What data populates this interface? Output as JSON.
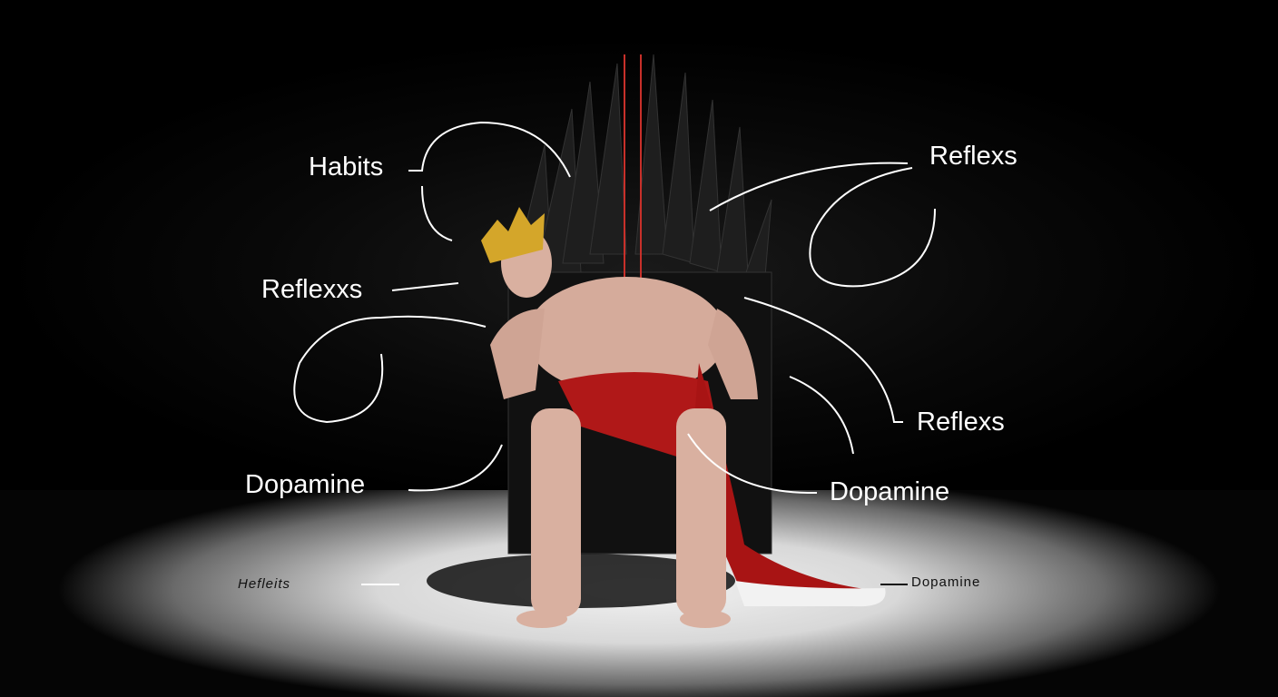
{
  "labels": {
    "habits": "Habits",
    "reflexxs": "Reflexxs",
    "dopamine_left": "Dopamine",
    "reflexs_top_right": "Reflexs",
    "reflexs_mid_right": "Reflexs",
    "dopamine_right": "Dopamine"
  },
  "floor_labels": {
    "left": "Hefleits",
    "right": "Dopamine"
  },
  "colors": {
    "background": "#000000",
    "floor": "#e6e6e6",
    "throne": "#1c1c1c",
    "throne_red_line": "#c8302a",
    "robe": "#b01818",
    "crown": "#d4a62a",
    "skin": "#d9b0a0",
    "label_text": "#ffffff"
  }
}
